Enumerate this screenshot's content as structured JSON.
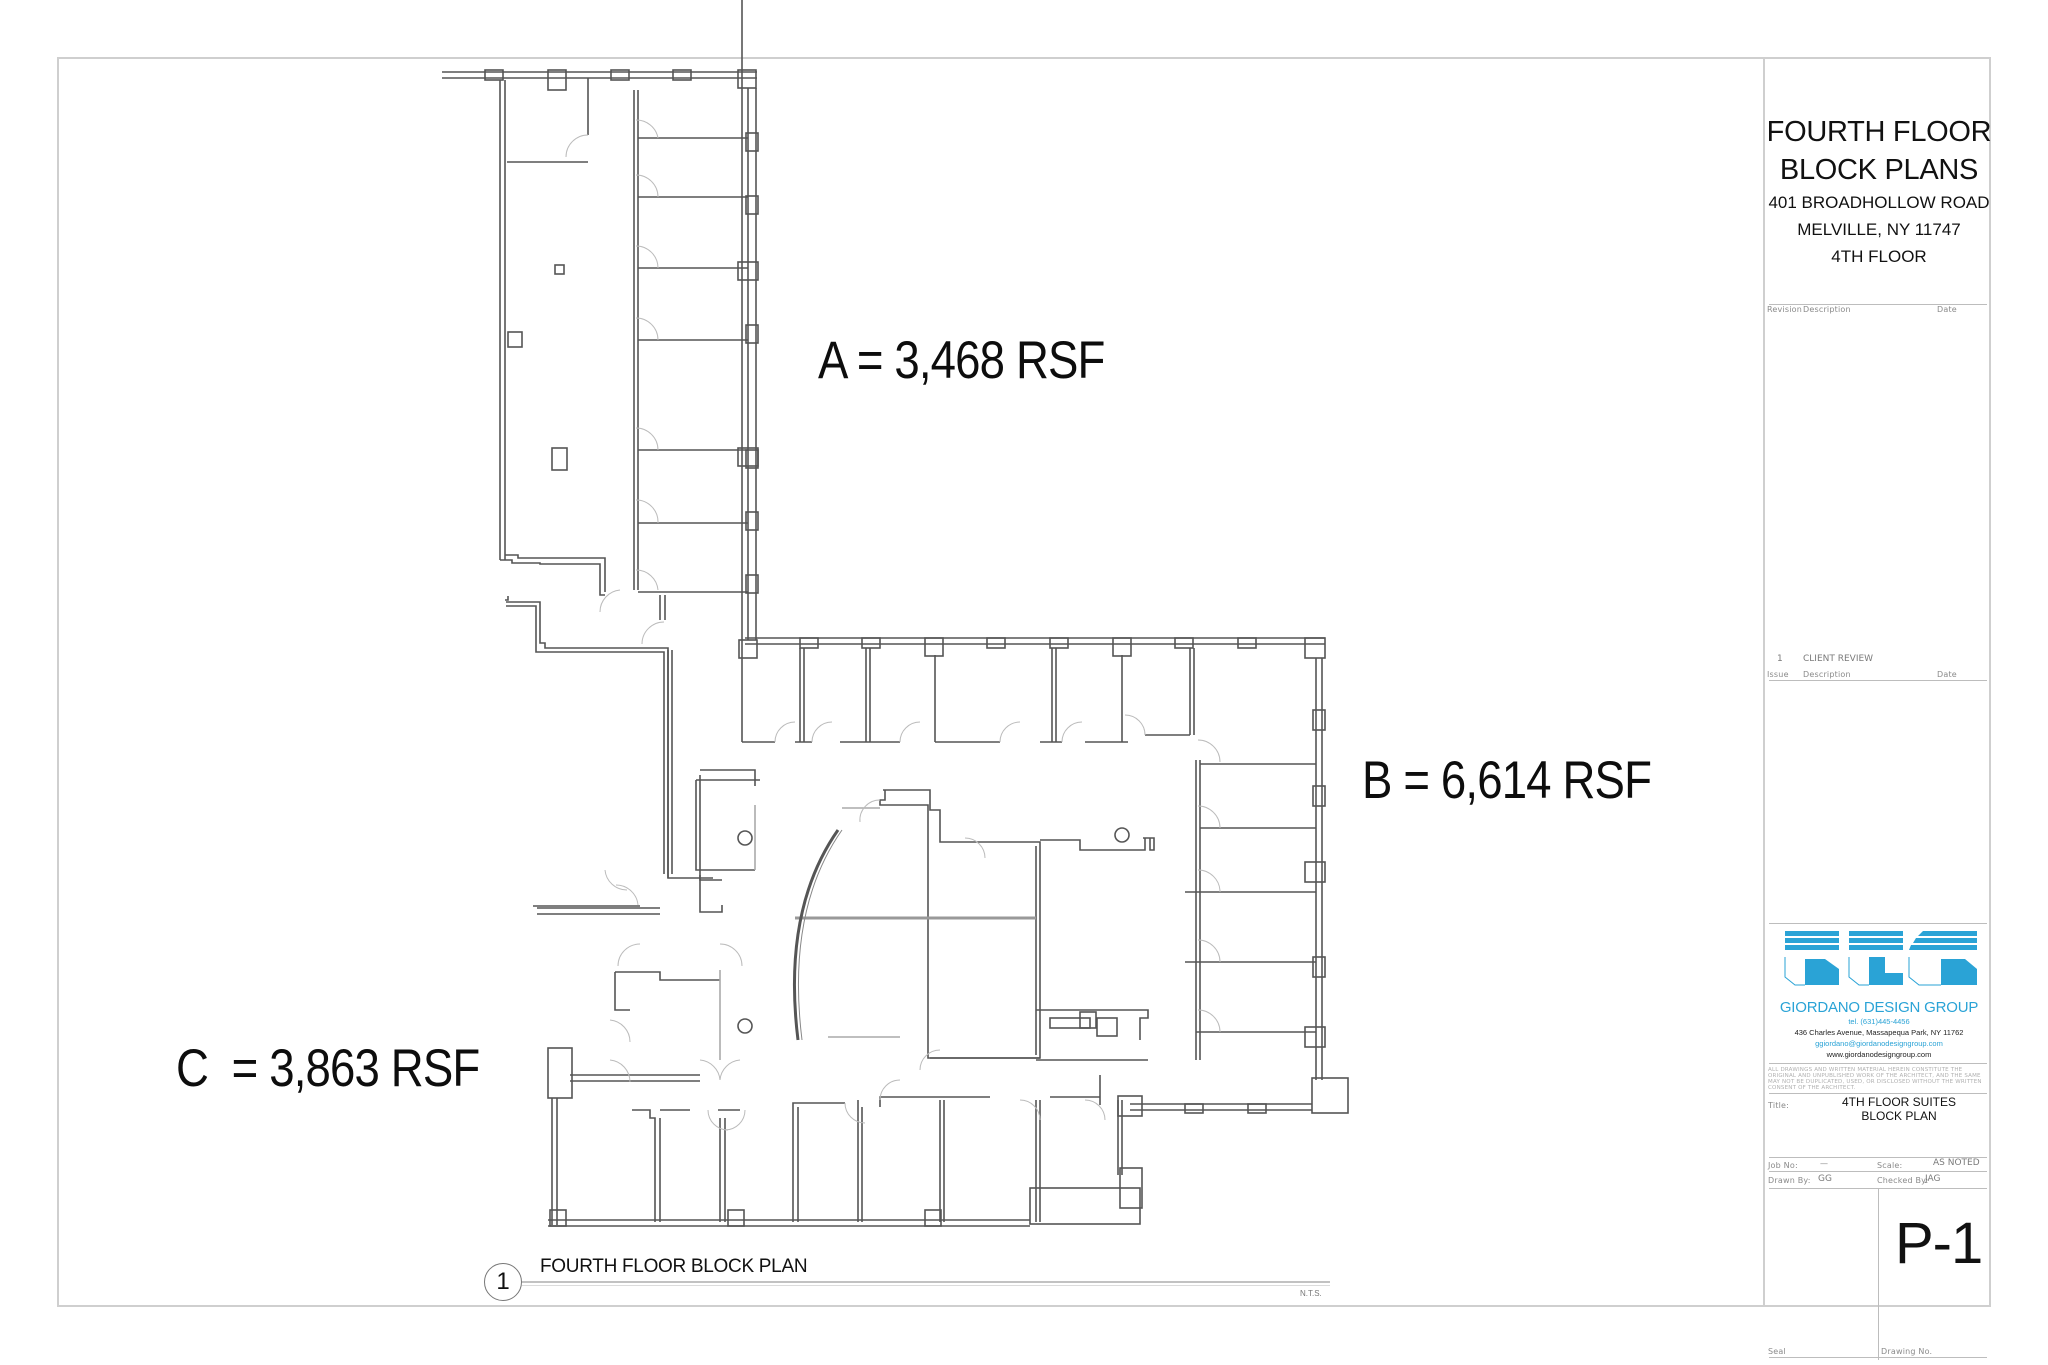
{
  "sheet": {
    "title_line1": "FOURTH FLOOR",
    "title_line2": "BLOCK PLANS",
    "address_line1": "401 BROADHOLLOW ROAD",
    "address_line2": "MELVILLE, NY 11747",
    "floor": "4TH FLOOR"
  },
  "revision_block": {
    "headers": {
      "revision": "Revision",
      "description": "Description",
      "date": "Date"
    }
  },
  "issue_block": {
    "rows": [
      {
        "issue": "1",
        "description": "CLIENT REVIEW",
        "date": ""
      }
    ],
    "headers": {
      "issue": "Issue",
      "description": "Description",
      "date": "Date"
    }
  },
  "firm": {
    "logo": "gdg-logo-icon",
    "name": "GIORDANO DESIGN GROUP",
    "tel": "tel. (631)445-4456",
    "address": "436 Charles Avenue, Massapequa Park, NY 11762",
    "email": "ggiordano@giordanodesigngroup.com",
    "website": "www.giordanodesigngroup.com",
    "brand_color": "#2aa3d6"
  },
  "disclaimer": {
    "line1": "ALL DRAWINGS AND WRITTEN MATERIAL HEREIN CONSTITUTE THE",
    "line2": "ORIGINAL AND UNPUBLISHED WORK OF THE ARCHITECT, AND THE SAME",
    "line3": "MAY NOT BE DUPLICATED, USED, OR DISCLOSED WITHOUT THE WRITTEN",
    "line4": "CONSENT OF THE ARCHITECT."
  },
  "drawing_info": {
    "title_label": "Title:",
    "title_line1": "4TH FLOOR SUITES",
    "title_line2": "BLOCK PLAN",
    "job_no_label": "Job No:",
    "job_no": "—",
    "scale_label": "Scale:",
    "scale": "AS NOTED",
    "drawn_by_label": "Drawn By:",
    "drawn_by": "GG",
    "checked_by_label": "Checked By:",
    "checked_by": "JAG",
    "seal_label": "Seal",
    "drawing_no_label": "Drawing No.",
    "drawing_no": "P-1"
  },
  "plan": {
    "number": "1",
    "title": "FOURTH FLOOR BLOCK PLAN",
    "scale_note": "N.T.S.",
    "areas": [
      {
        "id": "A",
        "label": "A = 3,468 RSF",
        "rsf": 3468
      },
      {
        "id": "B",
        "label": "B = 6,614 RSF",
        "rsf": 6614
      },
      {
        "id": "C",
        "label": "C  = 3,863 RSF",
        "rsf": 3863
      }
    ]
  }
}
